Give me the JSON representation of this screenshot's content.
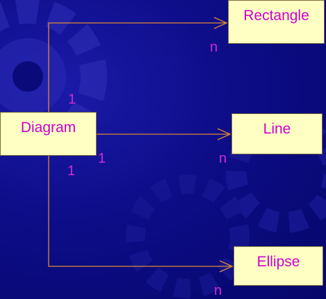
{
  "diagram": {
    "nodes": [
      {
        "id": "rectangle",
        "label": "Rectangle"
      },
      {
        "id": "diagram",
        "label": "Diagram"
      },
      {
        "id": "line",
        "label": "Line"
      },
      {
        "id": "ellipse",
        "label": "Ellipse"
      }
    ],
    "edges": [
      {
        "from": "diagram",
        "to": "rectangle",
        "from_mult": "1",
        "to_mult": "n"
      },
      {
        "from": "diagram",
        "to": "line",
        "from_mult": "1",
        "to_mult": "n"
      },
      {
        "from": "diagram",
        "to": "ellipse",
        "from_mult": "1",
        "to_mult": "n"
      }
    ]
  },
  "colors": {
    "background": "#0d0d88",
    "box_fill": "#ffffc4",
    "text": "#cc00cc",
    "connector": "#e08a30"
  }
}
